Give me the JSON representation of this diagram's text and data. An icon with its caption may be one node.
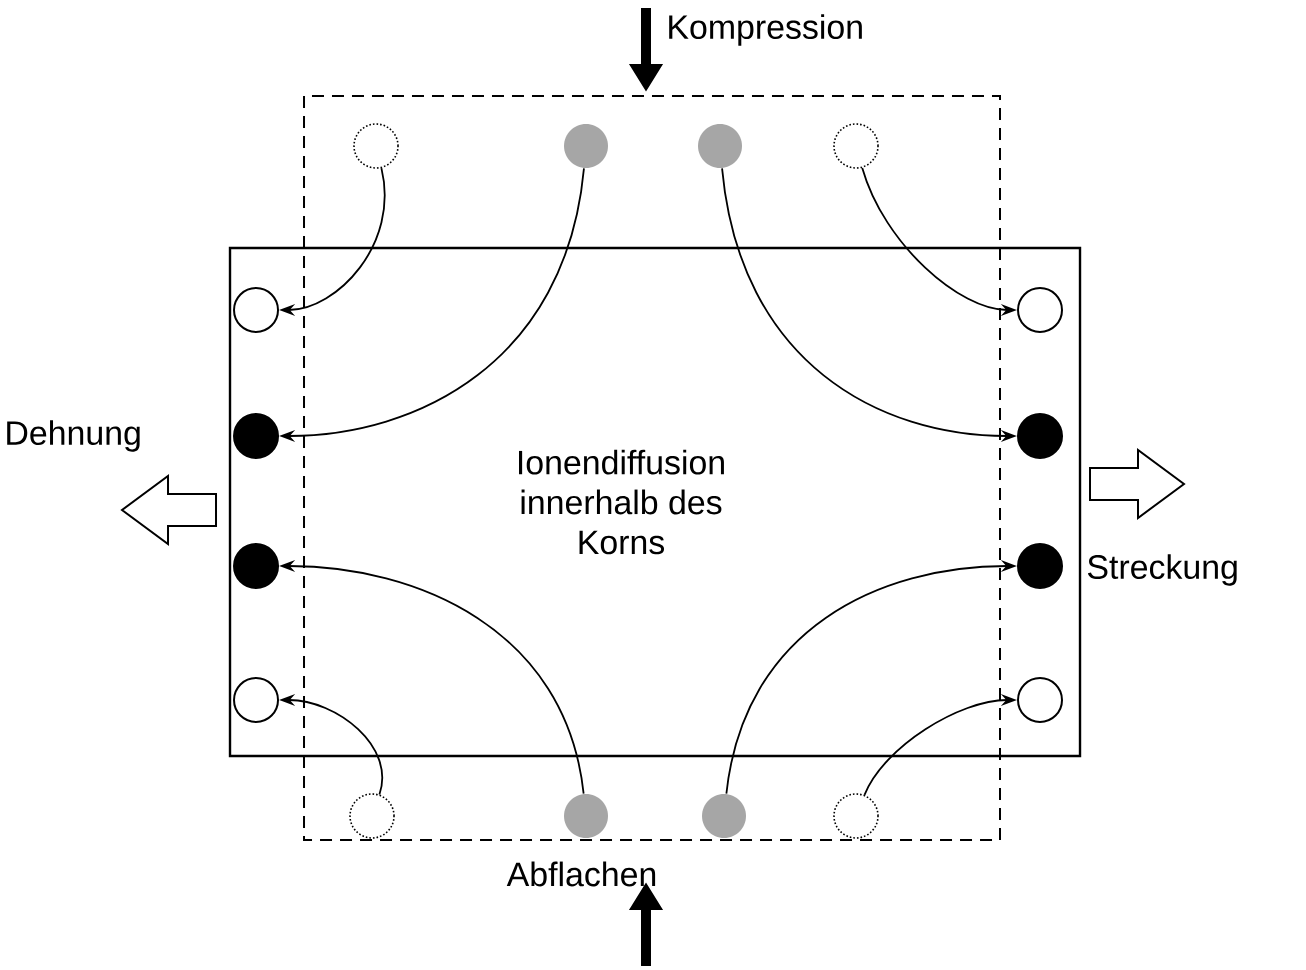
{
  "diagram": {
    "nodes": [
      {
        "text": [
          "Ionendiffusion innerhalb des Korns"
        ]
      },
      {
        "text": [],
        "shape": "circle"
      },
      {
        "text": [],
        "shape": "circle"
      },
      {
        "text": [],
        "shape": "circle"
      },
      {
        "text": [],
        "shape": "circle"
      },
      {
        "text": [],
        "shape": "circle",
        "in": 0
      },
      {
        "text": [],
        "shape": "circle",
        "in": 0
      },
      {
        "text": [],
        "shape": "circle",
        "in": 0
      },
      {
        "text": [],
        "shape": "circle",
        "in": 0
      },
      {
        "text": [],
        "shape": "circle",
        "in": 0
      },
      {
        "text": [],
        "shape": "circle",
        "in": 0
      },
      {
        "text": [],
        "shape": "circle",
        "in": 0
      },
      {
        "text": [],
        "shape": "circle",
        "in": 0
      },
      {
        "text": [],
        "shape": "circle"
      },
      {
        "text": [],
        "shape": "circle"
      },
      {
        "text": [],
        "shape": "circle"
      },
      {
        "text": [],
        "shape": "circle"
      }
    ],
    "edges": [
      {
        "from": 1,
        "to": 5,
        "arrow": "to"
      },
      {
        "from": 2,
        "to": 6,
        "arrow": "to"
      },
      {
        "from": 3,
        "to": 10,
        "arrow": "to"
      },
      {
        "from": 4,
        "to": 9,
        "arrow": "to"
      },
      {
        "from": 13,
        "to": 8,
        "arrow": "to"
      },
      {
        "from": 14,
        "to": 7,
        "arrow": "to"
      },
      {
        "from": 15,
        "to": 11,
        "arrow": "to"
      },
      {
        "from": 16,
        "to": 12,
        "arrow": "to"
      }
    ],
    "labels": [
      "Kompression",
      "Dehnung",
      "Streckung",
      "Abflachen"
    ]
  }
}
